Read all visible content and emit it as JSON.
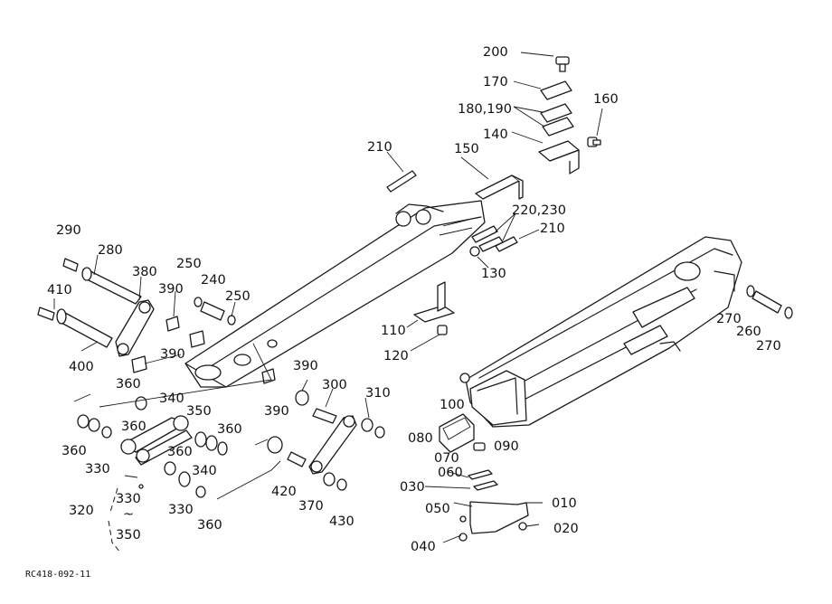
{
  "labels": {
    "p010": "010",
    "p020": "020",
    "p030": "030",
    "p040": "040",
    "p050": "050",
    "p060": "060",
    "p070": "070",
    "p080": "080",
    "p090": "090",
    "p100": "100",
    "p110": "110",
    "p120": "120",
    "p130": "130",
    "p140": "140",
    "p150": "150",
    "p160": "160",
    "p170": "170",
    "p180_190": "180,190",
    "p200": "200",
    "p210a": "210",
    "p210b": "210",
    "p220_230": "220,230",
    "p240": "240",
    "p250a": "250",
    "p250b": "250",
    "p260": "260",
    "p270a": "270",
    "p270b": "270",
    "p280": "280",
    "p290": "290",
    "p300": "300",
    "p310": "310",
    "p320": "320",
    "p330a": "330",
    "p330b": "330",
    "p330c": "330",
    "p340a": "340",
    "p340b": "340",
    "p350a": "350",
    "p350b": "350",
    "p360a": "360",
    "p360b": "360",
    "p360c": "360",
    "p360d": "360",
    "p360e": "360",
    "p360f": "360",
    "p370": "370",
    "p380": "380",
    "p390a": "390",
    "p390b": "390",
    "p390c": "390",
    "p390d": "390",
    "p400": "400",
    "p410": "410",
    "p420": "420",
    "p430": "430",
    "range_sep": "~"
  },
  "drawing_ref": "RC418-092-11"
}
